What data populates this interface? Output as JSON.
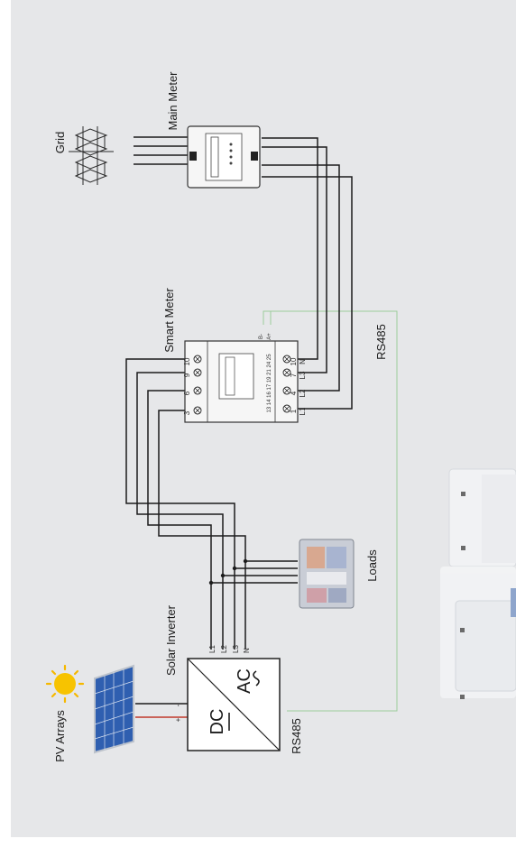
{
  "labels": {
    "grid": "Grid",
    "main_meter": "Main Meter",
    "smart_meter": "Smart Meter",
    "rs485_top": "RS485",
    "rs485_bottom": "RS485",
    "loads": "Loads",
    "solar_inverter": "Solar Inverter",
    "pv_arrays": "PV Arrays"
  },
  "inverter": {
    "dc": "DC",
    "ac": "AC",
    "plus": "+",
    "minus": "-",
    "terminals": [
      "L1",
      "L2",
      "L3",
      "N"
    ]
  },
  "smart_meter": {
    "top_terminals": [
      "3",
      "6",
      "9",
      "10"
    ],
    "bottom_numbers": [
      "1",
      "4",
      "7",
      "10"
    ],
    "bottom_labels": [
      "L1",
      "L2",
      "L3",
      "N"
    ],
    "comm_labels": [
      "B-",
      "A+"
    ],
    "strip": "13 14 16 17 19 21 24 25"
  },
  "colors": {
    "background": "#e6e7e9",
    "wire": "#1c1c1c",
    "rs485_wire": "#9ccc9c",
    "positive_wire": "#c0392b",
    "sun": "#f5b800",
    "panel_cell": "#2f5fb0"
  }
}
